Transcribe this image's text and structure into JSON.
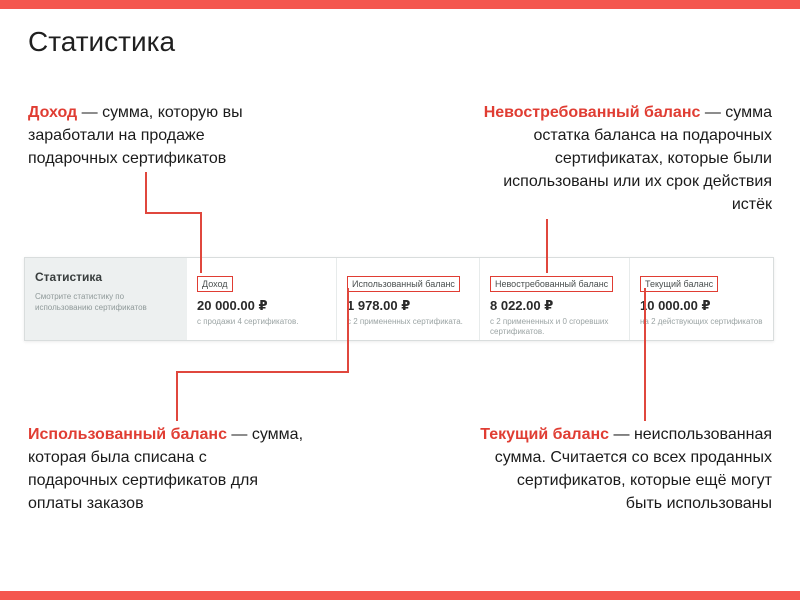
{
  "page": {
    "title": "Статистика"
  },
  "colors": {
    "accent_bar": "#f4574e",
    "highlight_red": "#e03d33"
  },
  "annotations": {
    "income": {
      "term": "Доход",
      "text": " — сумма, которую вы\nзаработали на продаже\nподарочных сертификатов"
    },
    "unclaimed": {
      "term": "Невостребованный баланс",
      "text": " — сумма\nостатка баланса на подарочных\nсертификатах, которые были\nиспользованы или их срок действия\nистёк"
    },
    "used": {
      "term": "Использованный баланс",
      "text": " — сумма,\nкоторая была списана с\nподарочных сертификатов для\nоплаты заказов"
    },
    "current": {
      "term": "Текущий баланс",
      "text": " — неиспользованная\nсумма. Считается со всех проданных\nсертификатов, которые ещё могут\nбыть использованы"
    }
  },
  "panel": {
    "heading": "Статистика",
    "subtitle": "Смотрите статистику по использованию сертификатов",
    "stats": [
      {
        "label": "Доход",
        "value": "20 000.00 ₽",
        "note": "с продажи 4 сертификатов."
      },
      {
        "label": "Использованный баланс",
        "value": "1 978.00 ₽",
        "note": "с 2 примененных сертификата."
      },
      {
        "label": "Невостребованный баланс",
        "value": "8 022.00 ₽",
        "note": "с 2 примененных и 0 сгоревших сертификатов."
      },
      {
        "label": "Текущий баланс",
        "value": "10 000.00 ₽",
        "note": "на 2 действующих сертификатов"
      }
    ]
  }
}
